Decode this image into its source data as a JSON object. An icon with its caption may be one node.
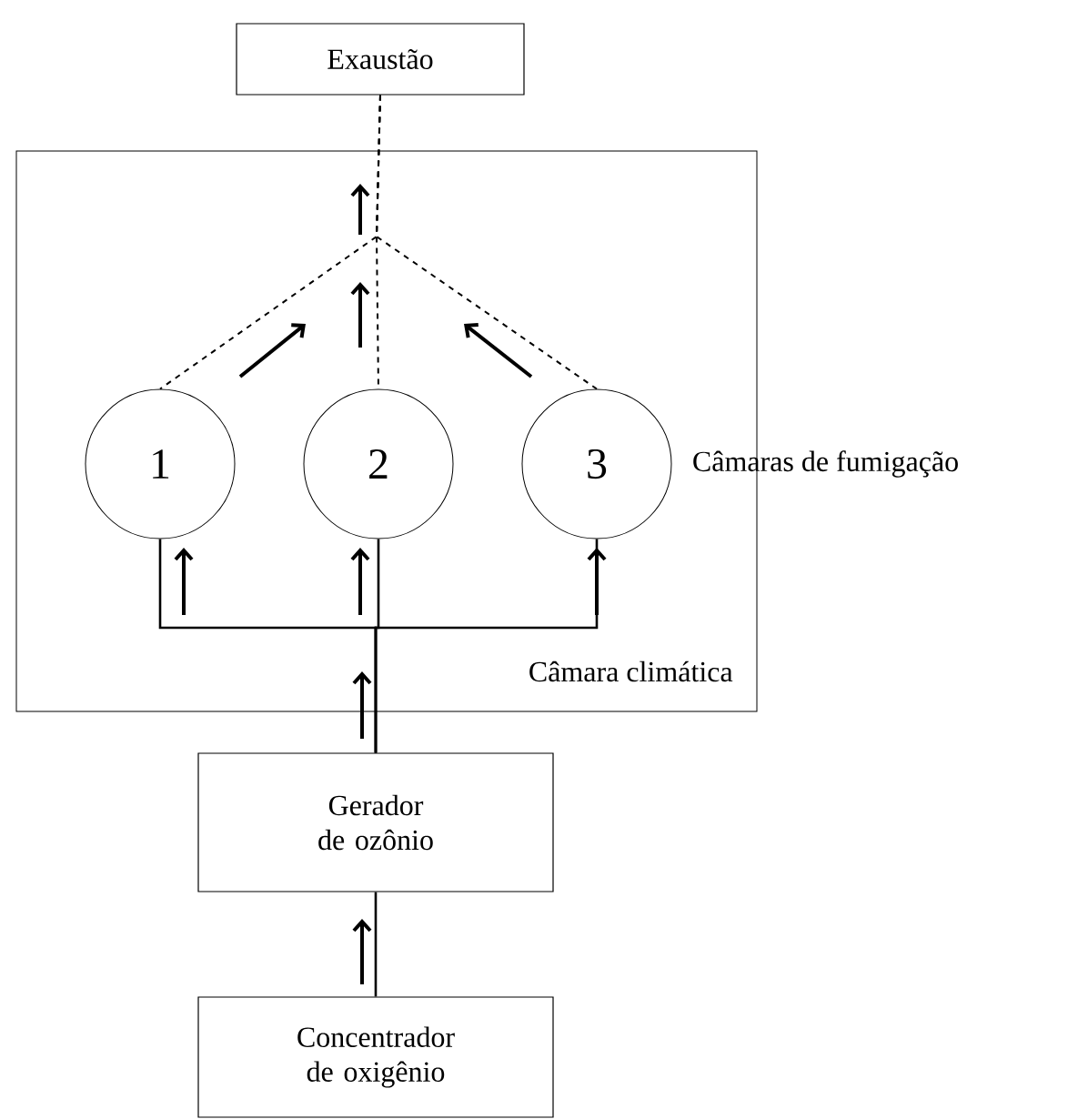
{
  "diagram": {
    "nodes": [
      {
        "text": [
          "Exaustão"
        ]
      },
      {
        "text": [
          "Câmara climática"
        ]
      },
      {
        "text": [
          "1"
        ],
        "in": 1
      },
      {
        "text": [
          "2"
        ],
        "in": 1
      },
      {
        "text": [
          "3"
        ],
        "in": 1,
        "beside": [
          "Câmaras de fumigação"
        ]
      },
      {
        "text": [
          "Gerador de ozônio"
        ]
      },
      {
        "text": [
          "Concentrador de oxigênio"
        ]
      }
    ],
    "edges": [
      {
        "from": 6,
        "to": 5,
        "arrow": "none"
      },
      {
        "from": 5,
        "to": 2,
        "arrow": "none"
      },
      {
        "from": 5,
        "to": 3,
        "arrow": "none"
      },
      {
        "from": 5,
        "to": 4,
        "arrow": "none"
      },
      {
        "from": 2,
        "to": 0,
        "arrow": "none",
        "style": "dashed"
      },
      {
        "from": 3,
        "to": 0,
        "arrow": "none",
        "style": "dashed"
      },
      {
        "from": 4,
        "to": 0,
        "arrow": "none",
        "style": "dashed"
      }
    ]
  }
}
